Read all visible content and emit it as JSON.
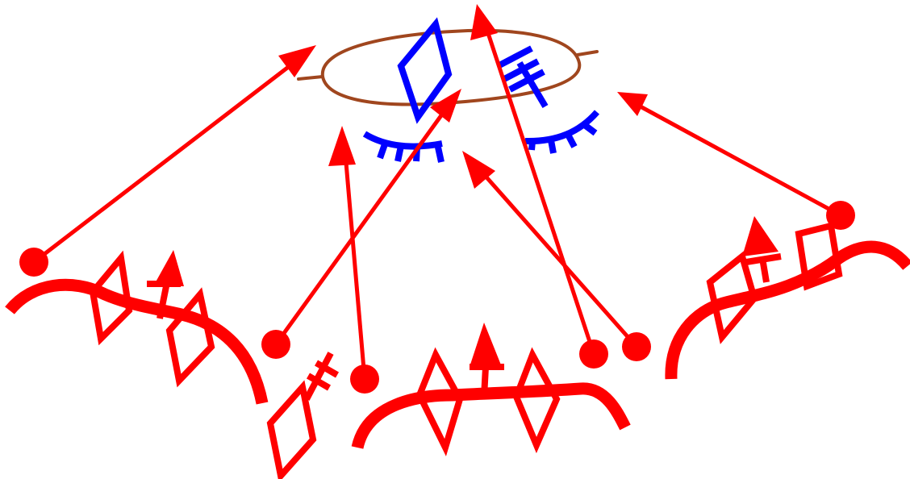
{
  "colors": {
    "background": "#ffffff",
    "red": "#ff0000",
    "blue": "#0000ff",
    "brown": "#a0461e"
  },
  "symbols": [
    {
      "name": "central-ellipse",
      "color": "brown"
    },
    {
      "name": "blue-diamond",
      "color": "blue"
    },
    {
      "name": "blue-cross-bar",
      "color": "blue"
    },
    {
      "name": "blue-eyelash-left",
      "color": "blue"
    },
    {
      "name": "blue-eyelash-right",
      "color": "blue"
    },
    {
      "name": "red-arc-group-left",
      "color": "red"
    },
    {
      "name": "red-arc-group-center",
      "color": "red"
    },
    {
      "name": "red-arc-group-right",
      "color": "red"
    },
    {
      "name": "red-cross-diamond",
      "color": "red"
    }
  ],
  "arrows": [
    {
      "name": "arrow-left-to-ellipse"
    },
    {
      "name": "arrow-lowleft-to-diamond"
    },
    {
      "name": "arrow-mid-to-left-lash"
    },
    {
      "name": "arrow-right-to-top"
    },
    {
      "name": "arrow-right-to-center"
    },
    {
      "name": "arrow-far-right-to-right-lash"
    }
  ]
}
